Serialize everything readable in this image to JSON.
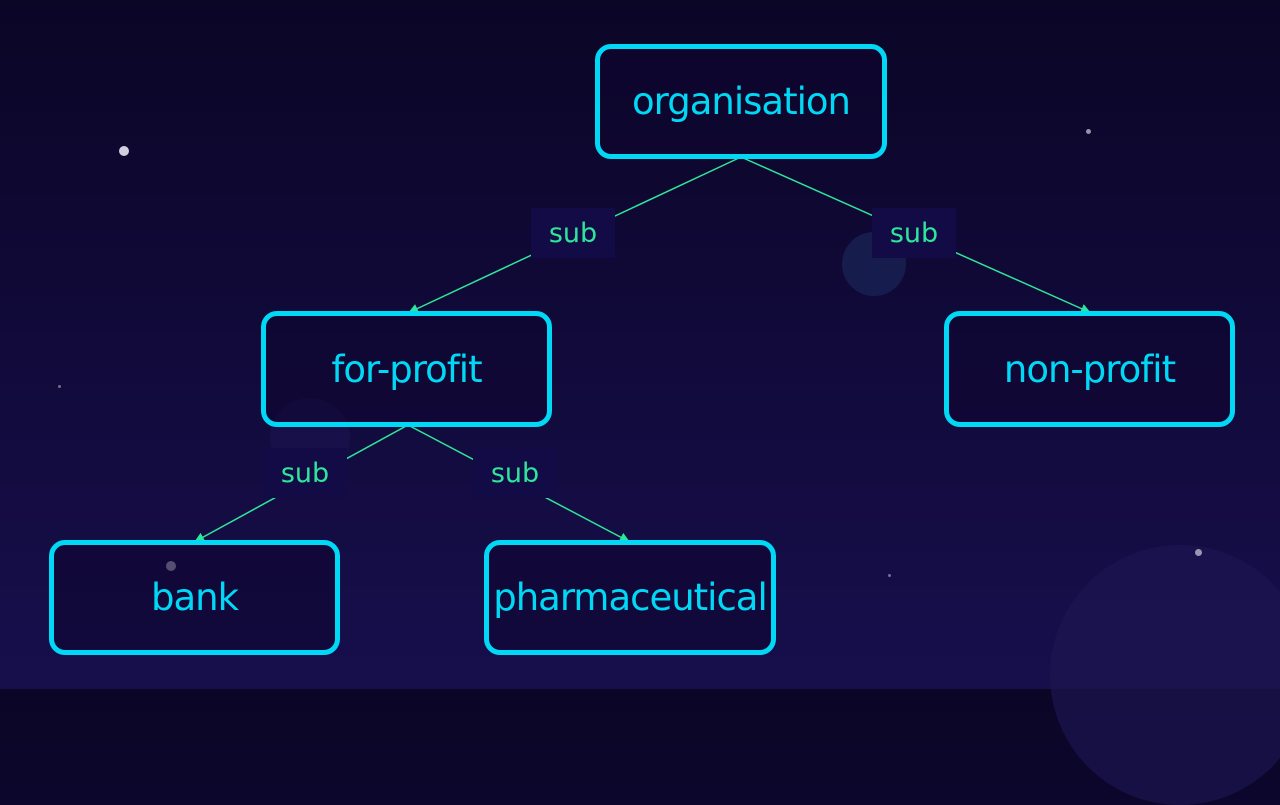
{
  "nodes": {
    "organisation": "organisation",
    "for_profit": "for-profit",
    "non_profit": "non-profit",
    "bank": "bank",
    "pharmaceutical": "pharmaceutical"
  },
  "edges": [
    {
      "from": "organisation",
      "to": "for-profit",
      "label": "sub"
    },
    {
      "from": "organisation",
      "to": "non-profit",
      "label": "sub"
    },
    {
      "from": "for-profit",
      "to": "bank",
      "label": "sub"
    },
    {
      "from": "for-profit",
      "to": "pharmaceutical",
      "label": "sub"
    }
  ],
  "colors": {
    "node_border": "#00d8f5",
    "edge": "#2ee59a",
    "label_bg": "#130b45"
  }
}
